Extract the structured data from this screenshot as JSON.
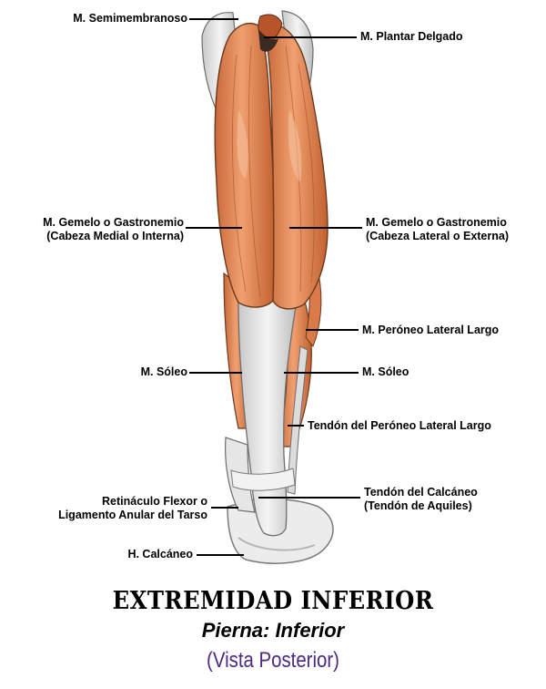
{
  "labels": {
    "semimembranoso": "M. Semimembranoso",
    "plantar_delgado": "M. Plantar Delgado",
    "gemelo_medial_1": "M. Gemelo o Gastronemio",
    "gemelo_medial_2": "(Cabeza Medial o Interna)",
    "gemelo_lateral_1": "M. Gemelo o Gastronemio",
    "gemelo_lateral_2": "(Cabeza Lateral o Externa)",
    "peroneo_largo": "M. Peróneo Lateral Largo",
    "soleo_left": "M. Sóleo",
    "soleo_right": "M. Sóleo",
    "tendon_peroneo": "Tendón del Peróneo Lateral Largo",
    "calcaneo_tendon_1": "Tendón del Calcáneo",
    "calcaneo_tendon_2": "(Tendón de Aquiles)",
    "retinaculo_1": "Retináculo Flexor o",
    "retinaculo_2": "Ligamento Anular del Tarso",
    "h_calcaneo": "H. Calcáneo"
  },
  "title": {
    "main": "EXTREMIDAD INFERIOR",
    "sub": "Pierna: Inferior",
    "view": "(Vista Posterior)"
  },
  "colors": {
    "muscle": "#e58c5c",
    "muscle_dark": "#b85a2e",
    "tendon": "#e4e4e4",
    "bone": "#eeeeee",
    "view_text": "#4b2a86"
  }
}
